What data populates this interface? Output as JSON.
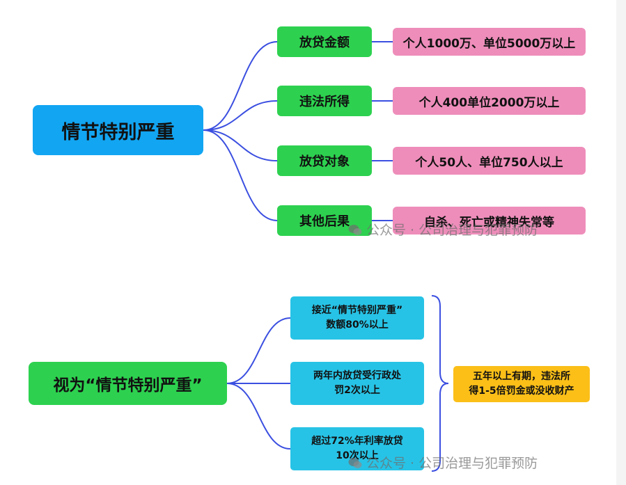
{
  "diagram1": {
    "root": "情节特别严重",
    "branches": [
      {
        "label": "放贷金额",
        "value": "个人1000万、单位5000万以上"
      },
      {
        "label": "违法所得",
        "value": "个人400单位2000万以上"
      },
      {
        "label": "放贷对象",
        "value": "个人50人、单位750人以上"
      },
      {
        "label": "其他后果",
        "value": "自杀、死亡或精神失常等"
      }
    ]
  },
  "diagram2": {
    "root": "视为“情节特别严重”",
    "items": [
      {
        "line1": "接近“情节特别严重”",
        "line2": "数额80%以上"
      },
      {
        "line1": "两年内放贷受行政处",
        "line2": "罚2次以上"
      },
      {
        "line1": "超过72%年利率放贷",
        "line2": "10次以上"
      }
    ],
    "result": {
      "line1": "五年以上有期，违法所",
      "line2": "得1-5倍罚金或没收财产"
    }
  },
  "watermark": "公众号 · 公司治理与犯罪预防",
  "colors": {
    "link": "#3b4fe0",
    "root_blue": "#12a5f2",
    "green": "#2dd14f",
    "pink": "#ee8dba",
    "cyan": "#27c3e6",
    "orange": "#fbbf18"
  }
}
